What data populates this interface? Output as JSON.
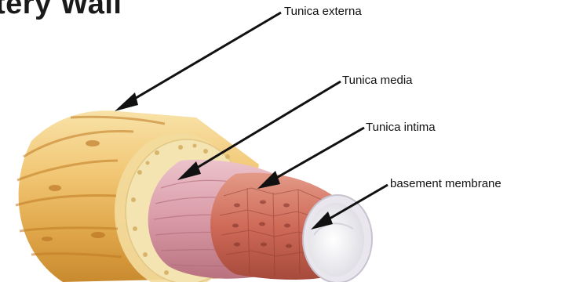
{
  "title": "tery Wall",
  "labels": {
    "externa": "Tunica externa",
    "media": "Tunica media",
    "intima": "Tunica intima",
    "basement": "basement membrane"
  },
  "colors": {
    "externa_light": "#f6dba0",
    "externa_dark": "#d99a3a",
    "externa_stripe": "#c07a22",
    "elastic_layer": "#f3e4b2",
    "media": "#d9a0ad",
    "media_dark": "#b8737f",
    "intima": "#d06a5a",
    "intima_dark": "#a9473a",
    "lumen": "#f2f1f4",
    "arrow": "#111111"
  }
}
